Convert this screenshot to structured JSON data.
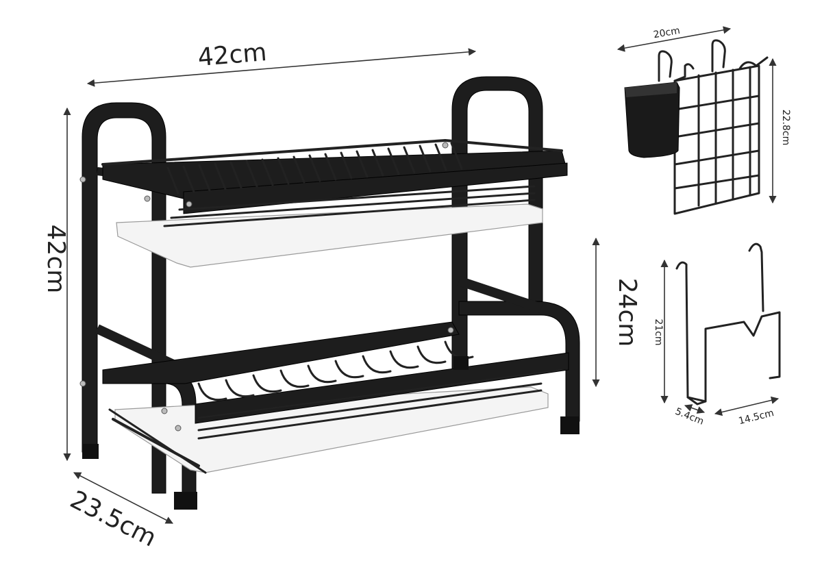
{
  "rack": {
    "width_label": "42cm",
    "height_label": "42cm",
    "depth_label": "23.5cm",
    "tier_gap_label": "24cm",
    "color": "#1d1d1d"
  },
  "utensil_basket": {
    "width_label": "20cm",
    "height_label": "22.8cm"
  },
  "cutting_board_holder": {
    "height_label": "21cm",
    "depth_label": "5.4cm",
    "width_label": "14.5cm"
  }
}
